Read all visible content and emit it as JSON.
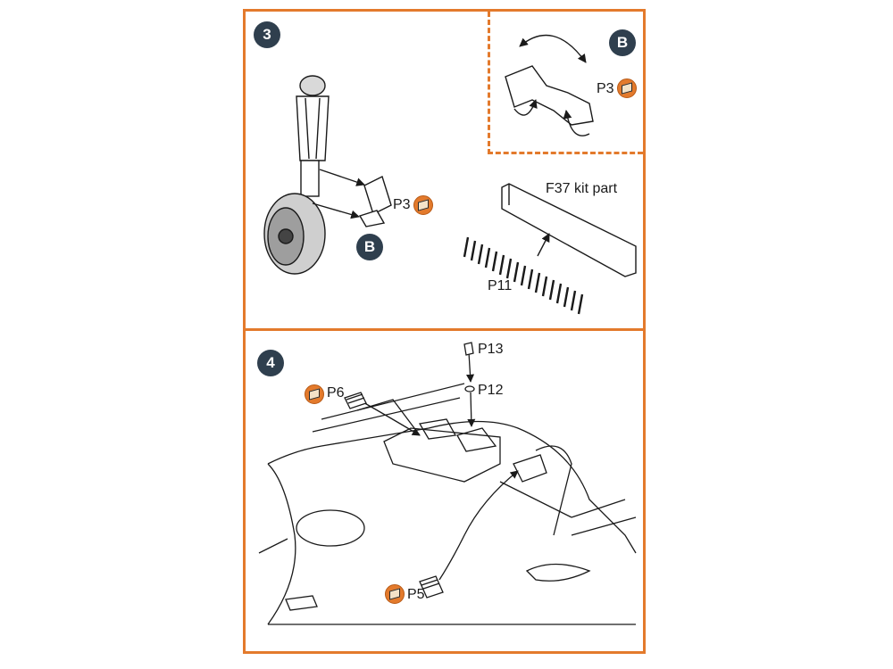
{
  "steps": {
    "step3": {
      "number": "3",
      "part_label_main": "P3",
      "sub_badge": "B",
      "inset_badge": "B",
      "inset_part_label": "P3",
      "kit_part_label": "F37 kit part",
      "stripe_label": "P11"
    },
    "step4": {
      "number": "4",
      "labels": [
        "P13",
        "P12",
        "P6",
        "P5"
      ]
    }
  },
  "colors": {
    "frame": "#e37a2c",
    "badge": "#2f3f4e",
    "pe_icon": "#e37a2c"
  },
  "icons": {
    "photo_etch": "photo-etch-icon"
  }
}
